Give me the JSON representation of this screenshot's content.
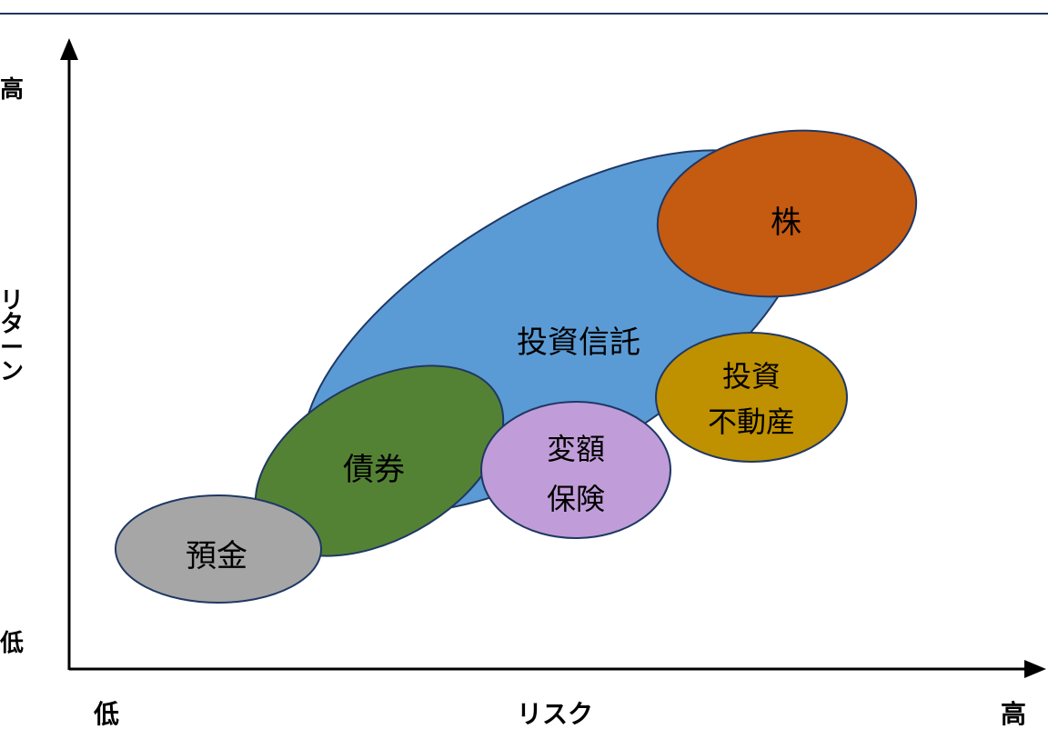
{
  "axes": {
    "y_high": "高",
    "y_low": "低",
    "y_title": [
      "リ",
      "タ",
      "ー",
      "ン"
    ],
    "x_low": "低",
    "x_title": "リスク",
    "x_high": "高"
  },
  "categories": {
    "investment_trust": {
      "label_lines": [
        "投資信託"
      ],
      "color": "#5b9bd5"
    },
    "stock": {
      "label_lines": [
        "株"
      ],
      "color": "#c55a11"
    },
    "reit": {
      "label_lines": [
        "投資",
        "不動産"
      ],
      "color": "#bf9000"
    },
    "bond": {
      "label_lines": [
        "債券"
      ],
      "color": "#548235"
    },
    "variable_insurance": {
      "label_lines": [
        "変額",
        "保険"
      ],
      "color": "#c09dd8"
    },
    "deposit": {
      "label_lines": [
        "預金"
      ],
      "color": "#a6a6a6"
    }
  },
  "colors": {
    "outline": "#1f3864",
    "axis": "#000000"
  }
}
